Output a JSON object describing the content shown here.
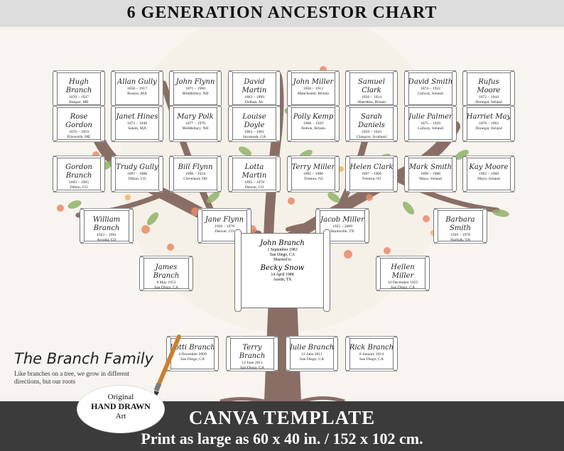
{
  "header": {
    "title": "6 GENERATION ANCESTOR CHART"
  },
  "footer": {
    "line1": "CANVA TEMPLATE",
    "line2": "Print as large as 60 x 40 in. / 152 x 102 cm."
  },
  "branding": {
    "family_title": "The Branch Family",
    "tagline": "Like branches on a tree, we grow in different directions, but our roots",
    "badge_line1": "Original",
    "badge_line2": "HAND DRAWN",
    "badge_line3": "Art"
  },
  "row1": [
    {
      "name": "Hugh Branch",
      "years": "1870 – 1937",
      "place": "Bangor, ME"
    },
    {
      "name": "Allan Gully",
      "years": "1858 – 1917",
      "place": "Boston, MA"
    },
    {
      "name": "John Flynn",
      "years": "1871 – 1960",
      "place": "Middlebury, NH"
    },
    {
      "name": "David Martin",
      "years": "1863 – 1899",
      "place": "Dothan, AL"
    },
    {
      "name": "John Miller",
      "years": "1856 – 1912",
      "place": "Manchester, Britain"
    },
    {
      "name": "Samuel Clark",
      "years": "1856 – 1924",
      "place": "Aberdeen, Britain"
    },
    {
      "name": "David Smith",
      "years": "1874 – 1922",
      "place": "Galway, Ireland"
    },
    {
      "name": "Rufus Moore",
      "years": "1872 – 1944",
      "place": "Donegal, Ireland"
    }
  ],
  "row2": [
    {
      "name": "Rose Gordon",
      "years": "1876 – 1959",
      "place": "Ellsworth, ME"
    },
    {
      "name": "Janet Hines",
      "years": "1873 – 1948",
      "place": "Salem, MA"
    },
    {
      "name": "Mary Polk",
      "years": "1877 – 1970",
      "place": "Middlebury, NH"
    },
    {
      "name": "Louise Doyle",
      "years": "1863 – 1961",
      "place": "Savannah, GA"
    },
    {
      "name": "Polly Kemp",
      "years": "1868 – 1929",
      "place": "Bolton, Britain"
    },
    {
      "name": "Sarah Daniels",
      "years": "1859 – 1943",
      "place": "Glasgow, Scotland"
    },
    {
      "name": "Julie Palmer",
      "years": "1875 – 1929",
      "place": "Galway, Ireland"
    },
    {
      "name": "Harriet May",
      "years": "1876 – 1962",
      "place": "Donegal, Ireland"
    }
  ],
  "row3": [
    {
      "name": "Gordon Branch",
      "years": "1893 – 1965",
      "place": "Dillon, CO"
    },
    {
      "name": "Trudy Gully",
      "years": "1897 – 1988",
      "place": "Dillon, CO"
    },
    {
      "name": "Bill Flynn",
      "years": "1896 – 1934",
      "place": "Cleveland, OH"
    },
    {
      "name": "Lotta Martin",
      "years": "1893 – 1978",
      "place": "Denver, CO"
    },
    {
      "name": "Terry Miller",
      "years": "1895 – 1980",
      "place": "Trenton, NJ"
    },
    {
      "name": "Helen Clark",
      "years": "1897 – 1966",
      "place": "Trenton, NJ"
    },
    {
      "name": "Mark Smith",
      "years": "1899 – 1988",
      "place": "Mayo, Ireland"
    },
    {
      "name": "Kay Moore",
      "years": "1902 – 1988",
      "place": "Mayo, Ireland"
    }
  ],
  "row4": [
    {
      "name": "William Branch",
      "years": "1923 – 1991",
      "place": "Arvada, CO"
    },
    {
      "name": "Jane Flynn",
      "years": "1926 – 1978",
      "place": "Denver, CO"
    },
    {
      "name": "Jacob Miller",
      "years": "1925 – 2009",
      "place": "Huntsville, TN"
    },
    {
      "name": "Barbara Smith",
      "years": "1929 – 1978",
      "place": "Norfolk, VA"
    }
  ],
  "row5": [
    {
      "name": "James Branch",
      "years": "8 May 1953",
      "place": "San Diego, CA"
    },
    {
      "name": "Hellen Miller",
      "years": "14 December 1955",
      "place": "San Diego, CA"
    }
  ],
  "center": {
    "name1": "John Branch",
    "date1": "1 September 1983",
    "place1": "San Diego, CA",
    "married": "Married to",
    "name2": "Becky Snow",
    "date2": "14 April 1988",
    "place2": "Austin, TX"
  },
  "children": [
    {
      "name": "Lotti Branch",
      "years": "4 December 2009",
      "place": "San Diego, CA"
    },
    {
      "name": "Terry Branch",
      "years": "12 June 2011",
      "place": "San Diego, CA"
    },
    {
      "name": "Julie Branch",
      "years": "12 June 2011",
      "place": "San Diego, CA"
    },
    {
      "name": "Rick Branch",
      "years": "8 January 2014",
      "place": "San Diego, CA"
    }
  ],
  "colors": {
    "trunk": "#8a6e66",
    "leaf": "#8fb36a",
    "flower": "#e98a6a",
    "bar": "#3b3b3b"
  }
}
